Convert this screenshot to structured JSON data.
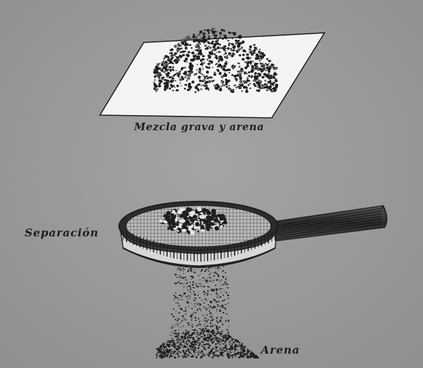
{
  "labels": {
    "mixture": "Mezcla grava y arena",
    "separation": "Separación",
    "sand": "Arena"
  },
  "colors": {
    "background": "#9a9a9a",
    "paper": "#f4f4f4",
    "ink": "#1e1e1e"
  }
}
